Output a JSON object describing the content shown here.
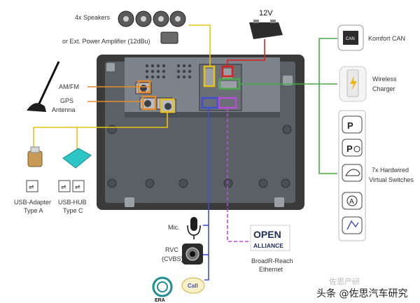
{
  "labels": {
    "speakers_line1": "4x Speakers",
    "speakers_line2": "or Ext. Power Amplifier (12dBu)",
    "battery": "12V",
    "komfort_can": "Komfort CAN",
    "wireless_line1": "Wireless",
    "wireless_line2": "Charger",
    "am_fm": "AM/FM",
    "gps_line1": "GPS",
    "gps_line2": "Antenna",
    "switches_line1": "7x Hardwired",
    "switches_line2": "Virtual Switches",
    "usb_a_line1": "USB-Adapter",
    "usb_a_line2": "Type A",
    "usb_c_line1": "USB-HUB",
    "usb_c_line2": "Type C",
    "mic": "Mic.",
    "rvc_line1": "RVC",
    "rvc_line2": "(CVBS)",
    "open_alliance_top": "OPEN",
    "open_alliance_bottom": "ALLIANCE",
    "broadr_line1": "BroadR-Reach",
    "broadr_line2": "Ethernet",
    "era": "ERA",
    "call": "Call",
    "can_chip": "CAN"
  },
  "watermark": {
    "main": "头条 @佐思汽车研究",
    "faint": "佐思产研"
  },
  "colors": {
    "yellow": "#e8c21a",
    "orange": "#e8892a",
    "red": "#d9201f",
    "green": "#4aa84a",
    "blue": "#3f4fd0",
    "purple": "#b44fd6",
    "housing": "#3a3a3a",
    "panel": "#8a8f94"
  }
}
